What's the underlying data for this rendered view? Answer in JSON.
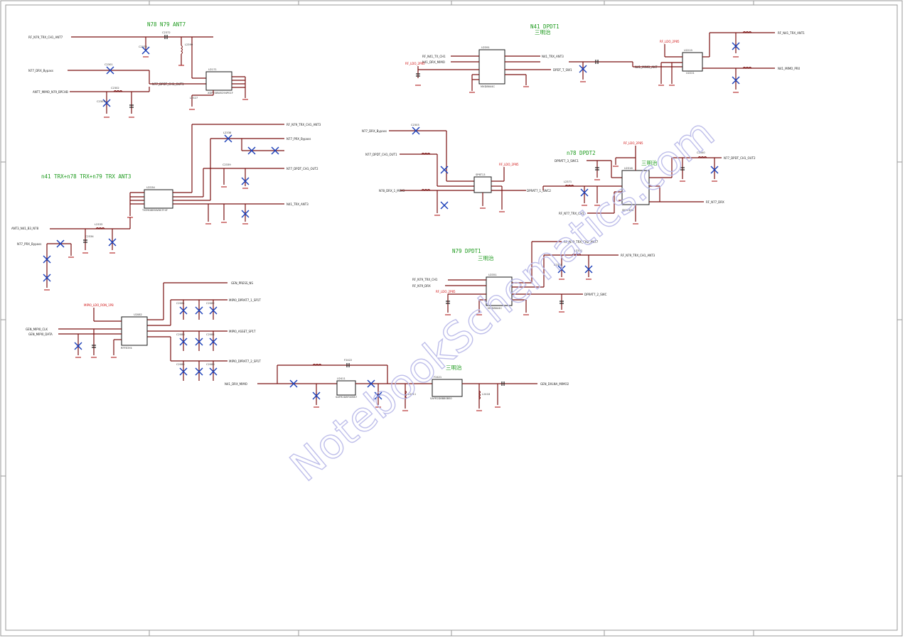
{
  "document": {
    "watermark": "NotebookSchematics.com"
  },
  "blocks": {
    "n78_n79_ant7": {
      "title": "N78 N79 ANT7",
      "nets": [
        "RF_N79_TRX_CH1_ANT7",
        "N77_DRX_Bypass",
        "ANT7_MIMO_N79_BPCHB",
        "N77_DPDT_CH1_OUT1"
      ],
      "refs": [
        "C2372",
        "C2373",
        "L2399",
        "U2171",
        "C2301",
        "C2302",
        "C2303",
        "C2304",
        "L2327"
      ],
      "ic_parts": [
        "XDP208W0294P01F"
      ]
    },
    "n41_dpdt1": {
      "title": "N41 DPDT1",
      "subtitle": "三明治",
      "nets": [
        "RF_N41_TX_CH1",
        "N41_DRX_MIMO",
        "N41_TRX_ANT3",
        "DPDT_T_SW1",
        "N41_MIMO_ANT",
        "RF_N41_TRX_ANT1",
        "N41_MIMO_PRX"
      ],
      "power": [
        "RF_LDO_2P85",
        "RF_LDO_2P85"
      ],
      "refs": [
        "U2391",
        "C2303",
        "C2372",
        "U2219",
        "U2221",
        "C2221",
        "C2222"
      ],
      "ic_parts": [
        "MXD8644C"
      ]
    },
    "n41_trx": {
      "title": "n41 TRX+n78 TRX+n79 TRX  ANT3",
      "nets": [
        "RF_N79_TRX_CH1_ANT3",
        "N77_PRX_Bypass",
        "N77_DPDT_CH1_OUT2",
        "N41_TRX_ANT3",
        "ANT3_N41_B3_N78",
        "N77_PRX_Bypass"
      ],
      "refs": [
        "U2334",
        "L2338",
        "C2337",
        "C2338",
        "C2339",
        "L2333",
        "C2334"
      ],
      "ic_parts": [
        "TXE9D6B5W8S7F4F"
      ]
    },
    "n78_dpdt2": {
      "title": "n78 DPDT2",
      "subtitle": "三明治",
      "nets": [
        "N77_DRX_Bypass",
        "N77_DPDT_CH1_OUT1",
        "N78_DRX_1_MIMO",
        "DPRAT7_1_SWC2",
        "DPRAT7_3_SWC1",
        "N77_DPDT_CH1_OUT2",
        "RF_N77_DRX",
        "RF_N77_TRX_CH1"
      ],
      "power": [
        "RF_LDO_2P85",
        "RF_LDO_2P85"
      ],
      "refs": [
        "C2303",
        "L2371",
        "U2313",
        "C2320",
        "U2316",
        "C2322",
        "C2340"
      ],
      "ic_parts": [
        "SP6T13",
        "SKY13X8"
      ]
    },
    "n79_dpdt1": {
      "title": "N79 DPDT1",
      "subtitle": "三明治",
      "nets": [
        "RF_N79_TRX_CH2_ANT7",
        "RF_N79_TRX_CH1_ANT3",
        "RF_N79_TRX_CH1",
        "RF_N79_DRX",
        "DPRAT7_2_SWC"
      ],
      "power": [
        "RF_LDO_2P85"
      ],
      "refs": [
        "U2351",
        "C2335",
        "C2336",
        "L2351",
        "C2361"
      ],
      "ic_parts": [
        "MXD8644C"
      ]
    },
    "mipi_switch": {
      "nets": [
        "GEN_PRESS_NS",
        "MIPI0_DPRAT7_1_SP1T",
        "MIPI0_ASSET_SP1T",
        "MIPI0_DPRAT7_2_SP1T",
        "GEN_MIPI0_CLK",
        "GEN_MIPI0_DATA"
      ],
      "power": [
        "MIPI0_LDO_RON_1P8"
      ],
      "refs": [
        "U2082",
        "C2081",
        "C2082",
        "C2083",
        "C2084",
        "C2085",
        "C2086"
      ],
      "ic_parts": [
        "RFFE3Y4"
      ]
    },
    "sandwich_lna": {
      "subtitle": "三明治",
      "nets": [
        "N41_DRX_MIMO",
        "GEN_DXLNA_MIMO2"
      ],
      "refs": [
        "F2422",
        "U2411",
        "F2421",
        "L2411",
        "L2418"
      ],
      "ic_parts": [
        "SAFR2D8F40BS7",
        "SAFR2D8B80BS0"
      ]
    }
  }
}
